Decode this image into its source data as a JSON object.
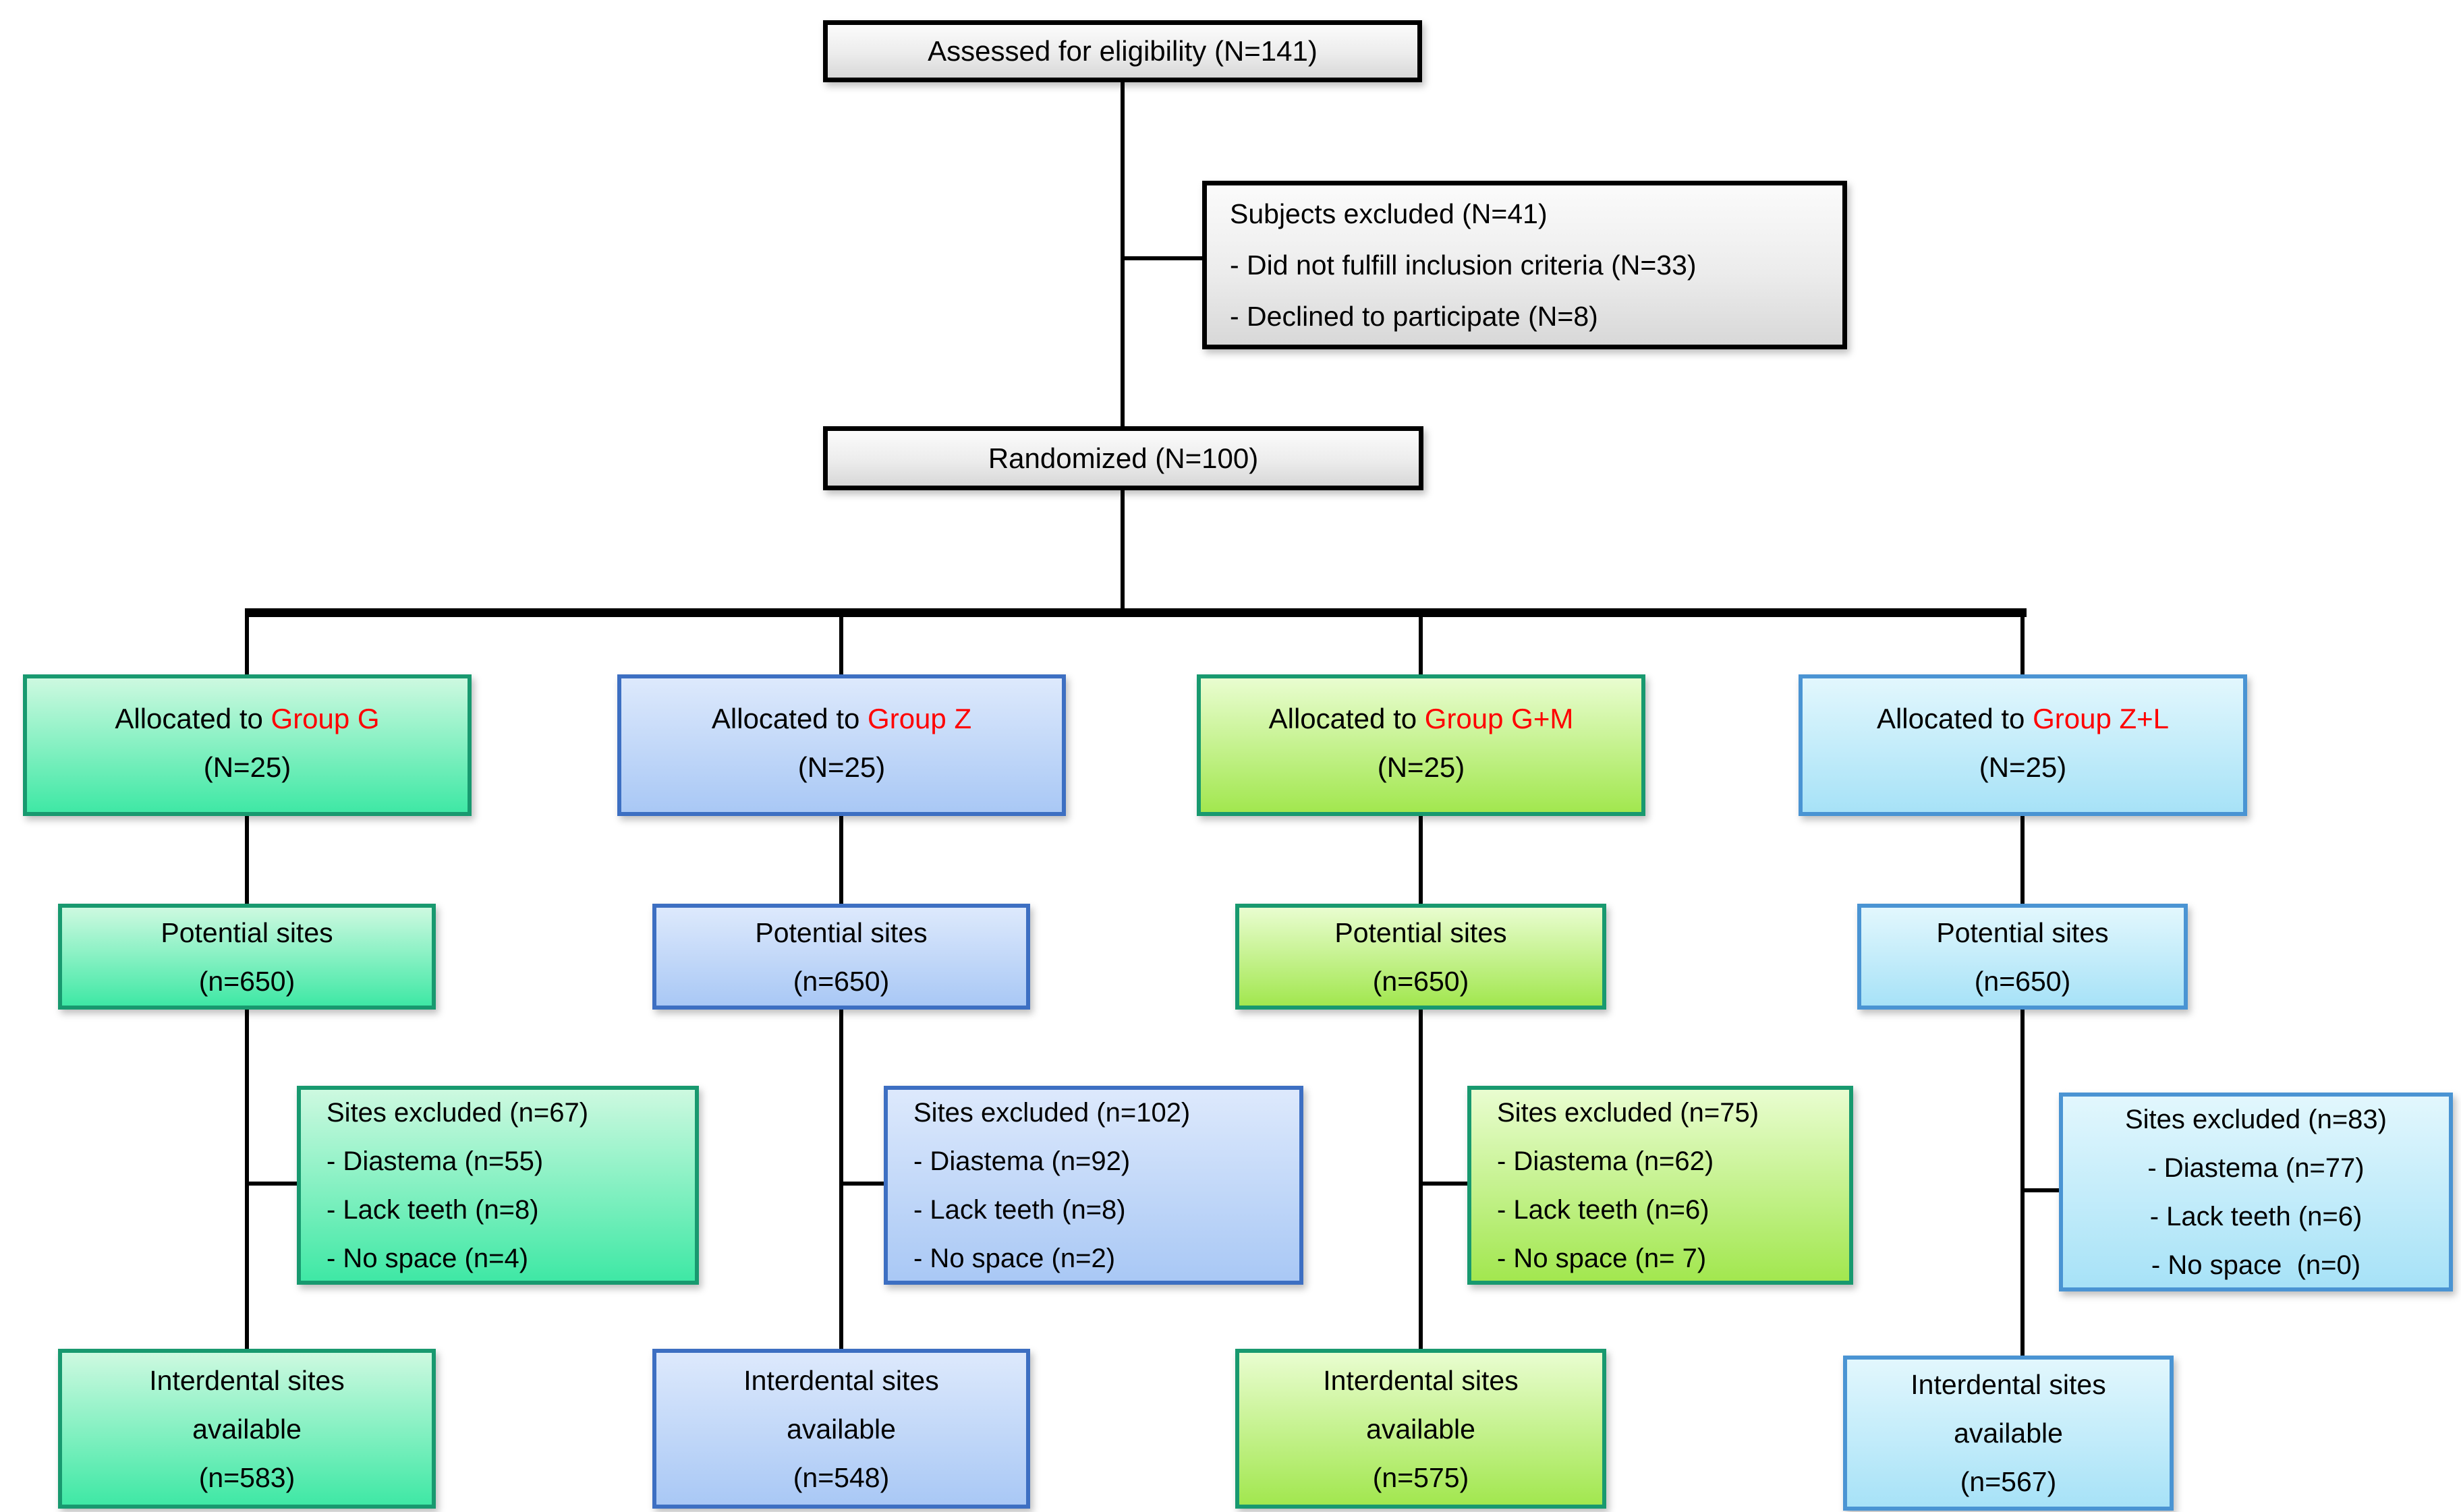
{
  "colors": {
    "group_label_red": "#ff0000",
    "line_black": "#000000",
    "gray_box_top": "#fbfbfb",
    "gray_box_bottom": "#d8d8d8",
    "gray_box_border": "#000000"
  },
  "assessed": {
    "label": "Assessed for eligibility (N=141)"
  },
  "subjects_excluded": {
    "title": "Subjects excluded (N=41)",
    "items": [
      "- Did not fulfill inclusion criteria (N=33)",
      "- Declined to participate (N=8)"
    ]
  },
  "randomized": {
    "label": "Randomized (N=100)"
  },
  "columns": [
    {
      "id": "group-g",
      "theme": {
        "gradient_top": "#cdf9e0",
        "gradient_bottom": "#3fe8a5",
        "border": "#18996f"
      },
      "allocated": {
        "prefix": "Allocated to ",
        "group": "Group G",
        "n": "(N=25)"
      },
      "potential": {
        "line1": "Potential sites",
        "line2": "(n=650)"
      },
      "excluded": {
        "title": "Sites excluded (n=67)",
        "items": [
          "- Diastema (n=55)",
          "- Lack teeth (n=8)",
          "- No space (n=4)"
        ]
      },
      "available": {
        "line1": "Interdental sites",
        "line2": "available",
        "line3": "(n=583)"
      }
    },
    {
      "id": "group-z",
      "theme": {
        "gradient_top": "#dde9fc",
        "gradient_bottom": "#a9c8f5",
        "border": "#3d6fc2"
      },
      "allocated": {
        "prefix": "Allocated to ",
        "group": "Group Z",
        "n": "(N=25)"
      },
      "potential": {
        "line1": "Potential sites",
        "line2": "(n=650)"
      },
      "excluded": {
        "title": "Sites excluded (n=102)",
        "items": [
          "- Diastema (n=92)",
          "- Lack teeth (n=8)",
          "- No space (n=2)"
        ]
      },
      "available": {
        "line1": "Interdental sites",
        "line2": "available",
        "line3": "(n=548)"
      }
    },
    {
      "id": "group-g-m",
      "theme": {
        "gradient_top": "#e9fdd0",
        "gradient_bottom": "#a2e74f",
        "border": "#18996f"
      },
      "allocated": {
        "prefix": "Allocated to ",
        "group": "Group G+M",
        "n": "(N=25)"
      },
      "potential": {
        "line1": "Potential sites",
        "line2": "(n=650)"
      },
      "excluded": {
        "title": "Sites excluded (n=75)",
        "items": [
          "- Diastema (n=62)",
          "- Lack teeth (n=6)",
          "- No space (n= 7)"
        ]
      },
      "available": {
        "line1": "Interdental sites",
        "line2": "available",
        "line3": "(n=575)"
      }
    },
    {
      "id": "group-z-l",
      "theme": {
        "gradient_top": "#e2f7fd",
        "gradient_bottom": "#a7e2f7",
        "border": "#4a94d3"
      },
      "allocated": {
        "prefix": "Allocated to ",
        "group": "Group Z+L",
        "n": "(N=25)"
      },
      "potential": {
        "line1": "Potential sites",
        "line2": "(n=650)"
      },
      "excluded": {
        "title": "Sites excluded (n=83)",
        "items": [
          "- Diastema (n=77)",
          "- Lack teeth (n=6)",
          "- No space  (n=0)"
        ]
      },
      "available": {
        "line1": "Interdental sites",
        "line2": "available",
        "line3": "(n=567)"
      }
    }
  ]
}
